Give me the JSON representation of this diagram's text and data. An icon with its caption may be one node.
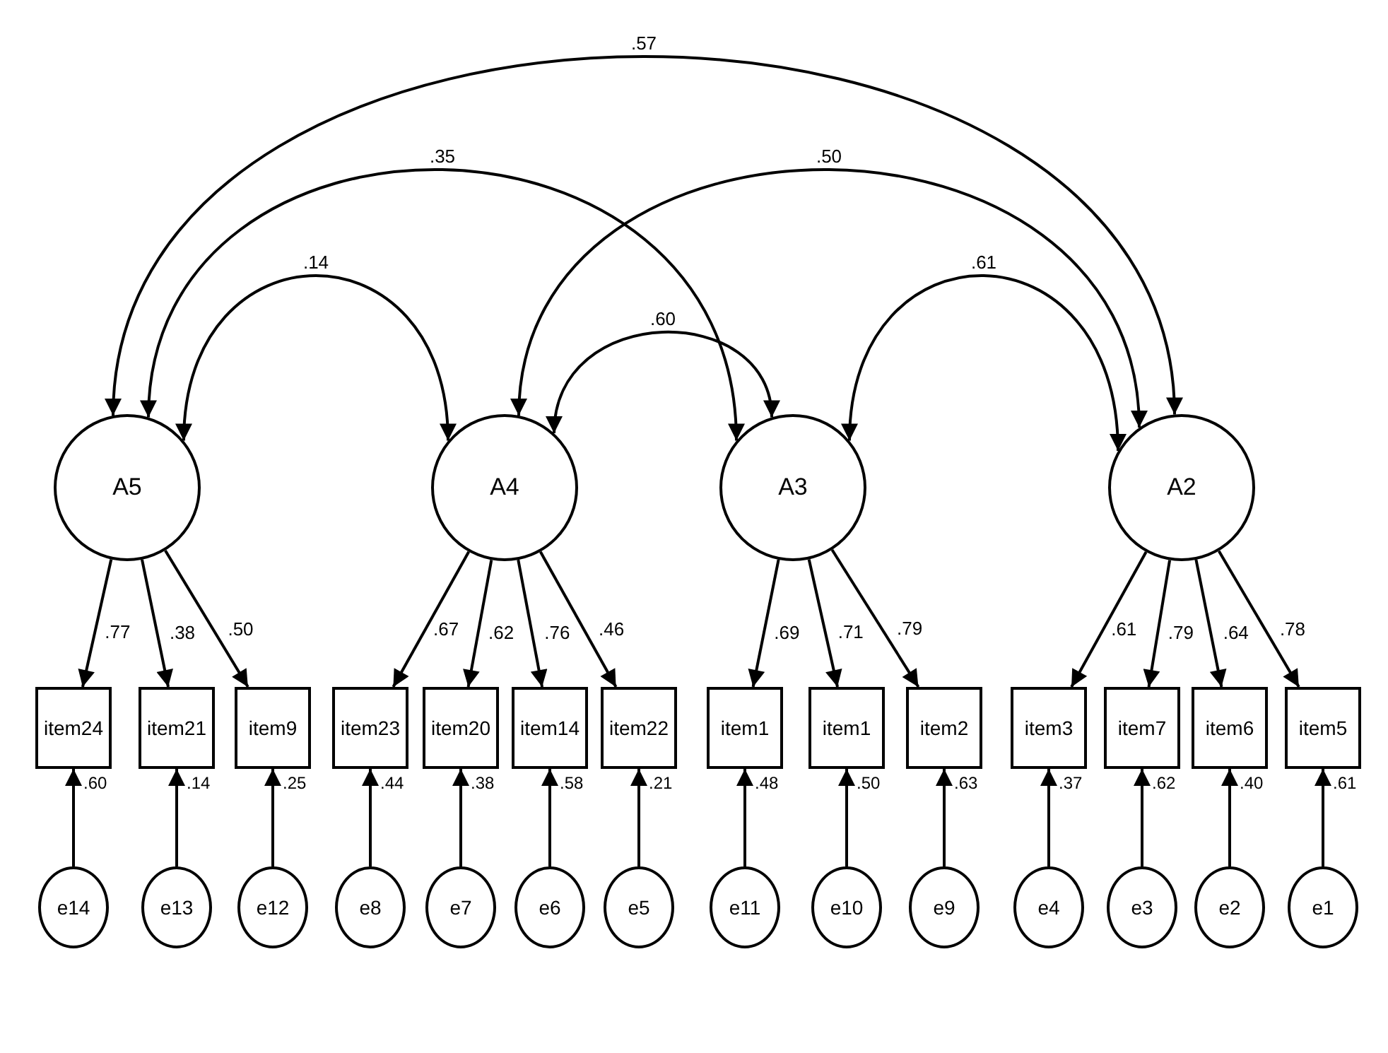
{
  "diagram": {
    "nodes": [
      {
        "text": [
          "A5"
        ]
      },
      {
        "text": [
          "A4"
        ]
      },
      {
        "text": [
          "A3"
        ]
      },
      {
        "text": [
          "A2"
        ]
      },
      {
        "text": [
          "item24"
        ],
        "beside": [
          ".60"
        ]
      },
      {
        "text": [
          "item21"
        ],
        "beside": [
          ".14"
        ]
      },
      {
        "text": [
          "item9"
        ],
        "beside": [
          ".25"
        ]
      },
      {
        "text": [
          "item23"
        ],
        "beside": [
          ".44"
        ]
      },
      {
        "text": [
          "item20"
        ],
        "beside": [
          ".38"
        ]
      },
      {
        "text": [
          "item14"
        ],
        "beside": [
          ".58"
        ]
      },
      {
        "text": [
          "item22"
        ],
        "beside": [
          ".21"
        ]
      },
      {
        "text": [
          "item1"
        ],
        "beside": [
          ".48"
        ]
      },
      {
        "text": [
          "item1"
        ],
        "beside": [
          ".50"
        ]
      },
      {
        "text": [
          "item2"
        ],
        "beside": [
          ".63"
        ]
      },
      {
        "text": [
          "item3"
        ],
        "beside": [
          ".37"
        ]
      },
      {
        "text": [
          "item7"
        ],
        "beside": [
          ".62"
        ]
      },
      {
        "text": [
          "item6"
        ],
        "beside": [
          ".40"
        ]
      },
      {
        "text": [
          "item5"
        ],
        "beside": [
          ".61"
        ]
      },
      {
        "text": [
          "e14"
        ]
      },
      {
        "text": [
          "e13"
        ]
      },
      {
        "text": [
          "e12"
        ]
      },
      {
        "text": [
          "e8"
        ]
      },
      {
        "text": [
          "e7"
        ]
      },
      {
        "text": [
          "e6"
        ]
      },
      {
        "text": [
          "e5"
        ]
      },
      {
        "text": [
          "e11"
        ]
      },
      {
        "text": [
          "e10"
        ]
      },
      {
        "text": [
          "e9"
        ]
      },
      {
        "text": [
          "e4"
        ]
      },
      {
        "text": [
          "e3"
        ]
      },
      {
        "text": [
          "e2"
        ]
      },
      {
        "text": [
          "e1"
        ]
      }
    ],
    "edges": [
      {
        "from": 0,
        "to": 3,
        "arrow": "both",
        "label": ".57"
      },
      {
        "from": 0,
        "to": 2,
        "arrow": "both",
        "label": ".35"
      },
      {
        "from": 1,
        "to": 3,
        "arrow": "both",
        "label": ".50"
      },
      {
        "from": 0,
        "to": 1,
        "arrow": "both",
        "label": ".14"
      },
      {
        "from": 1,
        "to": 2,
        "arrow": "both",
        "label": ".60"
      },
      {
        "from": 2,
        "to": 3,
        "arrow": "both",
        "label": ".61"
      },
      {
        "from": 0,
        "to": 4,
        "arrow": "to",
        "label": ".77"
      },
      {
        "from": 0,
        "to": 5,
        "arrow": "to",
        "label": ".38"
      },
      {
        "from": 0,
        "to": 6,
        "arrow": "to",
        "label": ".50"
      },
      {
        "from": 1,
        "to": 7,
        "arrow": "to",
        "label": ".67"
      },
      {
        "from": 1,
        "to": 8,
        "arrow": "to",
        "label": ".62"
      },
      {
        "from": 1,
        "to": 9,
        "arrow": "to",
        "label": ".76"
      },
      {
        "from": 1,
        "to": 10,
        "arrow": "to",
        "label": ".46"
      },
      {
        "from": 2,
        "to": 11,
        "arrow": "to",
        "label": ".69"
      },
      {
        "from": 2,
        "to": 12,
        "arrow": "to",
        "label": ".71"
      },
      {
        "from": 2,
        "to": 13,
        "arrow": "to",
        "label": ".79"
      },
      {
        "from": 3,
        "to": 14,
        "arrow": "to",
        "label": ".61"
      },
      {
        "from": 3,
        "to": 15,
        "arrow": "to",
        "label": ".79"
      },
      {
        "from": 3,
        "to": 16,
        "arrow": "to",
        "label": ".64"
      },
      {
        "from": 3,
        "to": 17,
        "arrow": "to",
        "label": ".78"
      },
      {
        "from": 18,
        "to": 4,
        "arrow": "to"
      },
      {
        "from": 19,
        "to": 5,
        "arrow": "to"
      },
      {
        "from": 20,
        "to": 6,
        "arrow": "to"
      },
      {
        "from": 21,
        "to": 7,
        "arrow": "to"
      },
      {
        "from": 22,
        "to": 8,
        "arrow": "to"
      },
      {
        "from": 23,
        "to": 9,
        "arrow": "to"
      },
      {
        "from": 24,
        "to": 10,
        "arrow": "to"
      },
      {
        "from": 25,
        "to": 11,
        "arrow": "to"
      },
      {
        "from": 26,
        "to": 12,
        "arrow": "to"
      },
      {
        "from": 27,
        "to": 13,
        "arrow": "to"
      },
      {
        "from": 28,
        "to": 14,
        "arrow": "to"
      },
      {
        "from": 29,
        "to": 15,
        "arrow": "to"
      },
      {
        "from": 30,
        "to": 16,
        "arrow": "to"
      },
      {
        "from": 31,
        "to": 17,
        "arrow": "to"
      }
    ]
  }
}
